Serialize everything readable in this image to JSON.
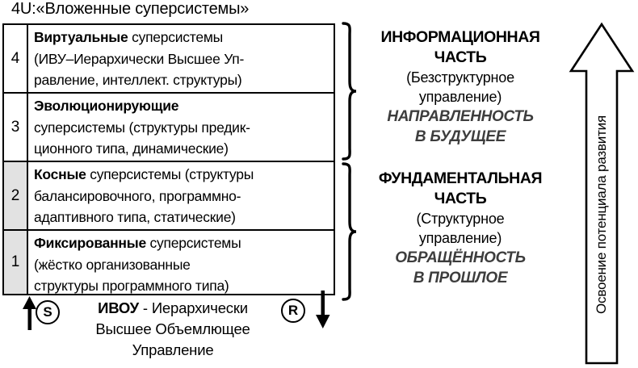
{
  "title": "4U:«Вложенные суперсистемы»",
  "table": {
    "rows": [
      {
        "number": "4",
        "shaded": false,
        "lead": "Виртуальные",
        "rest": " суперсистемы",
        "lines": [
          "(ИВУ–Иерархически Высшее Уп-",
          "равление, интеллект. структуры)"
        ]
      },
      {
        "number": "3",
        "shaded": false,
        "lead": "Эволюционирующие",
        "rest": "",
        "lines": [
          "суперсистемы (структуры предик-",
          "ционного типа, динамические)"
        ]
      },
      {
        "number": "2",
        "shaded": true,
        "lead": "Косные",
        "rest": " суперсистемы (структуры",
        "lines": [
          "балансировочного, программно-",
          "адаптивного типа, статические)"
        ]
      },
      {
        "number": "1",
        "shaded": true,
        "lead": "Фиксированные",
        "rest": " суперсистемы",
        "lines": [
          "(жёстко организованные",
          "структуры программного типа)"
        ]
      }
    ]
  },
  "parts": {
    "information": {
      "title_line1": "ИНФОРМАЦИОННАЯ",
      "title_line2": "ЧАСТЬ",
      "sub_line1": "(Безструктурное",
      "sub_line2": "управление)",
      "italic_line1": "НАПРАВЛЕННОСТЬ",
      "italic_line2": "В БУДУЩЕЕ"
    },
    "fundamental": {
      "title_line1": "ФУНДАМЕНТАЛЬНАЯ",
      "title_line2": "ЧАСТЬ",
      "sub_line1": "(Структурное",
      "sub_line2": "управление)",
      "italic_line1": "ОБРАЩЁННОСТЬ",
      "italic_line2": "В ПРОШЛОЕ"
    }
  },
  "growth_arrow": {
    "label": "Освоение потенциала развития"
  },
  "legend": {
    "badge_s": "S",
    "badge_r": "R",
    "lead": "ИВОУ",
    "line1_rest": " - Иерархически",
    "line2": "Высшее Объемлющее",
    "line3": "Управление"
  },
  "colors": {
    "line": "#000000",
    "shaded_cell": "#e2e2e2",
    "italic_text": "#3d3d3d",
    "background": "#ffffff"
  }
}
